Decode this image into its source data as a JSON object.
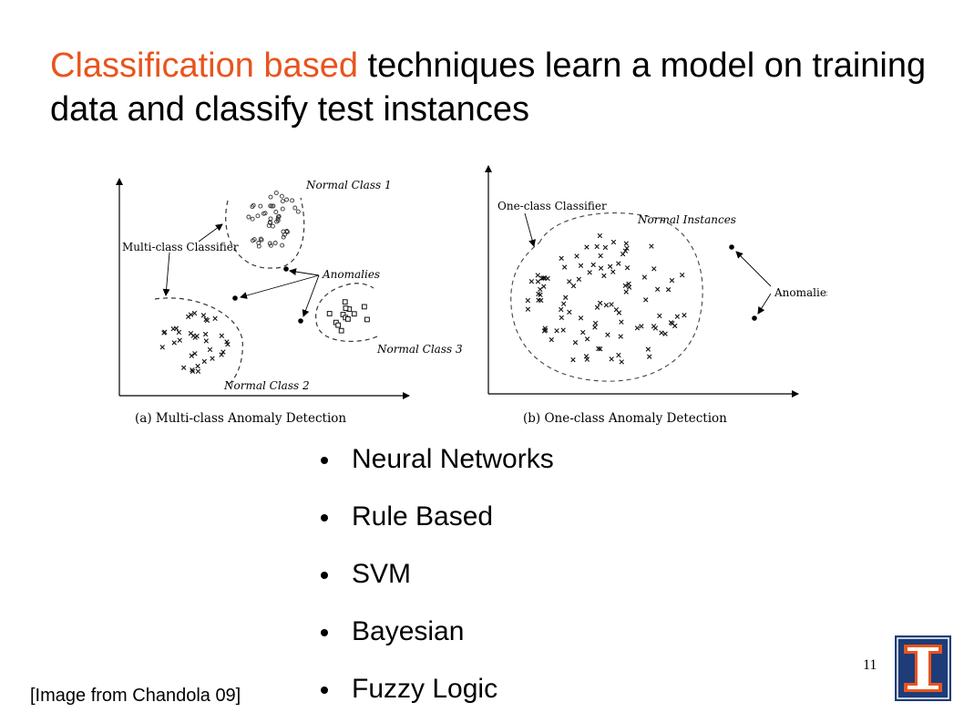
{
  "title": {
    "highlight": "Classification based",
    "rest": " techniques learn a model on training data and classify test instances"
  },
  "figure": {
    "panel_a": {
      "caption": "(a) Multi-class Anomaly Detection",
      "normal_class_1": "Normal Class 1",
      "normal_class_2": "Normal Class 2",
      "normal_class_3": "Normal Class 3",
      "classifier": "Multi-class Classifier",
      "anomalies": "Anomalies"
    },
    "panel_b": {
      "caption": "(b) One-class Anomaly Detection",
      "classifier": "One-class Classifier",
      "normal_instances": "Normal Instances",
      "anomalies": "Anomalies"
    }
  },
  "bullets": [
    "Neural Networks",
    "Rule Based",
    "SVM",
    "Bayesian",
    "Fuzzy Logic"
  ],
  "source": "[Image from Chandola 09]",
  "page_number": "11",
  "colors": {
    "accent": "#e8541e",
    "logo_blue": "#1e3c78",
    "logo_orange": "#e8541e"
  }
}
